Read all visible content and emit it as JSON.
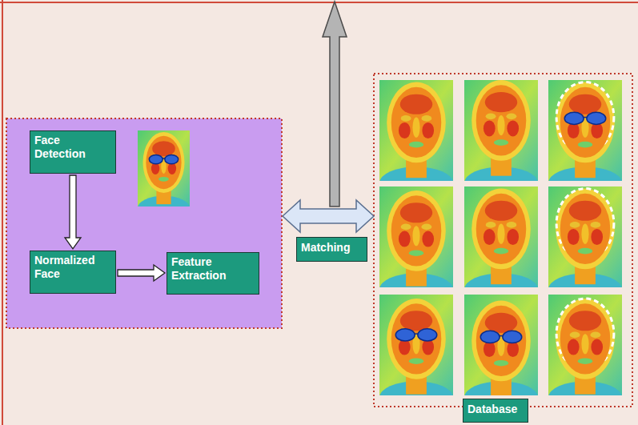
{
  "diagram": {
    "nodes": [
      {
        "text": [
          "Face Detection"
        ]
      },
      {
        "text": [
          "Normalized Face"
        ]
      },
      {
        "text": [
          "Feature Extraction"
        ]
      },
      {
        "text": [
          "Matching"
        ]
      },
      {
        "text": [
          "Database"
        ]
      }
    ],
    "edges": [
      {
        "from": 0,
        "to": 1,
        "arrow": "to"
      },
      {
        "from": 1,
        "to": 2,
        "arrow": "to"
      }
    ]
  }
}
